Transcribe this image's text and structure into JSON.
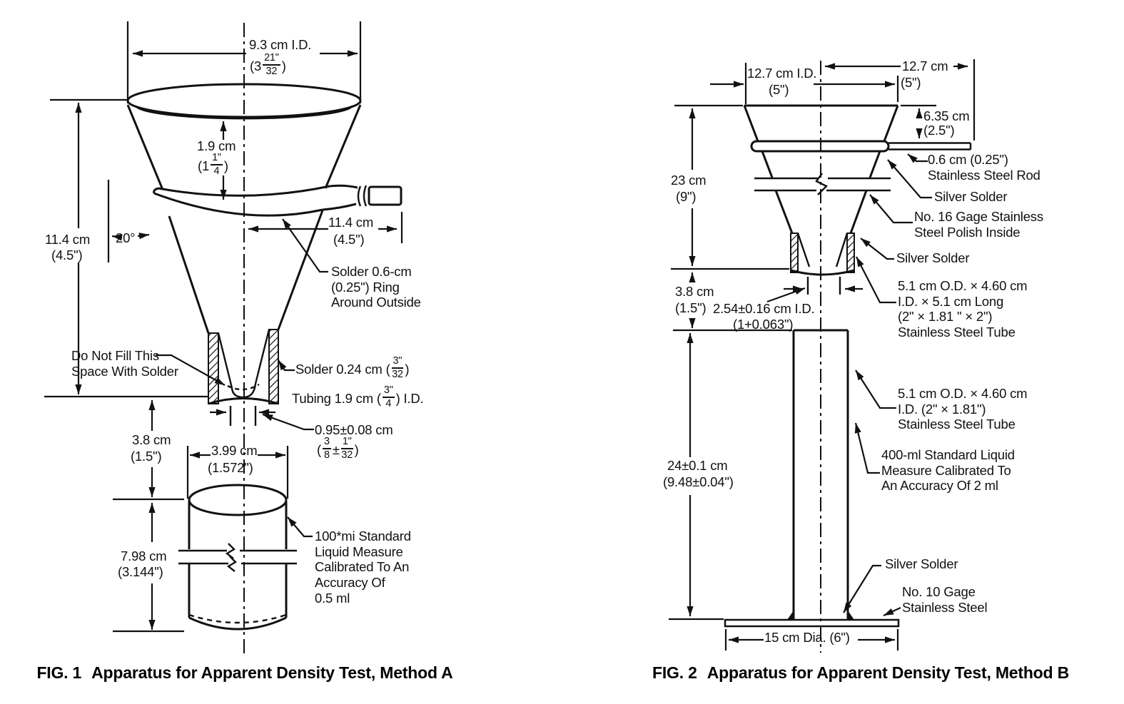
{
  "colors": {
    "ink": "#111111",
    "background": "#ffffff"
  },
  "figure1": {
    "caption": {
      "label": "FIG. 1",
      "title": "Apparatus for Apparent Density Test, Method A"
    },
    "dims": {
      "top_id": {
        "value": "9.3 cm I.D.",
        "frac_pre": "(3",
        "frac_num": "21\"",
        "frac_den": "32",
        "frac_post": ")"
      },
      "bowl_depth": {
        "value": "1.9 cm",
        "frac_pre": "(1",
        "frac_num": "1\"",
        "frac_den": "4",
        "frac_post": ")"
      },
      "funnel_height": {
        "value": "11.4 cm",
        "alt": "(4.5\")"
      },
      "cone_angle": {
        "value": "20°"
      },
      "side_tube_reach": {
        "value": "11.4 cm",
        "alt": "(4.5\")"
      },
      "tube_gap": {
        "value": "3.8 cm",
        "alt": "(1.5\")"
      },
      "cup_inner_dia": {
        "value": "3.99 cm",
        "alt": "(1.572\")"
      },
      "cup_height": {
        "value": "7.98 cm",
        "alt": "(3.144\")"
      },
      "orifice": {
        "value": "0.95±0.08 cm",
        "frac_pre": "(",
        "frac_num1": "3",
        "frac_den1": "8",
        "frac_mid": "±",
        "frac_num2": "1\"",
        "frac_den2": "32",
        "frac_post": ")"
      }
    },
    "notes": {
      "solder_ring": [
        "Solder 0.6-cm",
        "(0.25\") Ring",
        "Around Outside"
      ],
      "do_not_fill": [
        "Do Not Fill This",
        "Space With Solder"
      ],
      "solder_small": {
        "pre": "Solder 0.24 cm (",
        "num": "3\"",
        "den": "32",
        "post": ")"
      },
      "tubing": {
        "pre": "Tubing 1.9 cm (",
        "num": "3\"",
        "den": "4",
        "post": ") I.D."
      },
      "measure": [
        "100*mi Standard",
        "Liquid Measure",
        "Calibrated To An",
        "Accuracy Of",
        "0.5 ml"
      ]
    }
  },
  "figure2": {
    "caption": {
      "label": "FIG. 2",
      "title": "Apparatus for Apparent Density Test, Method B"
    },
    "dims": {
      "top_id": {
        "value": "12.7 cm I.D.",
        "alt": "(5\")"
      },
      "rod_reach": {
        "value": "12.7 cm",
        "alt": "(5\")"
      },
      "rim_height": {
        "value": "6.35 cm",
        "alt": "(2.5\")"
      },
      "funnel_height": {
        "value": "23 cm",
        "alt": "(9\")"
      },
      "throat_height": {
        "value": "3.8 cm",
        "alt": "(1.5\")"
      },
      "throat_id": {
        "value": "2.54±0.16 cm I.D.",
        "alt": "(1+0.063\")"
      },
      "tube_height": {
        "value": "24±0.1 cm",
        "alt": "(9.48±0.04\")"
      },
      "base_dia": {
        "value": "15 cm Dia. (6\")"
      }
    },
    "notes": {
      "rod": [
        "0.6 cm (0.25\")",
        "Stainless Steel Rod"
      ],
      "silver_solder_top": "Silver Solder",
      "gage16": [
        "No. 16 Gage Stainless",
        "Steel Polish Inside"
      ],
      "silver_solder_mid": "Silver Solder",
      "tube_short": [
        "5.1 cm O.D. × 4.60 cm",
        "I.D. × 5.1 cm Long",
        "(2\" × 1.81 \" × 2\")",
        "Stainless Steel Tube"
      ],
      "tube_long": [
        "5.1 cm O.D. × 4.60 cm",
        "I.D. (2\" × 1.81\")",
        "Stainless Steel Tube"
      ],
      "measure": [
        "400-ml Standard Liquid",
        "Measure Calibrated To",
        "An Accuracy Of 2 ml"
      ],
      "silver_solder_base": "Silver Solder",
      "gage10": [
        "No. 10 Gage",
        "Stainless Steel"
      ]
    }
  }
}
